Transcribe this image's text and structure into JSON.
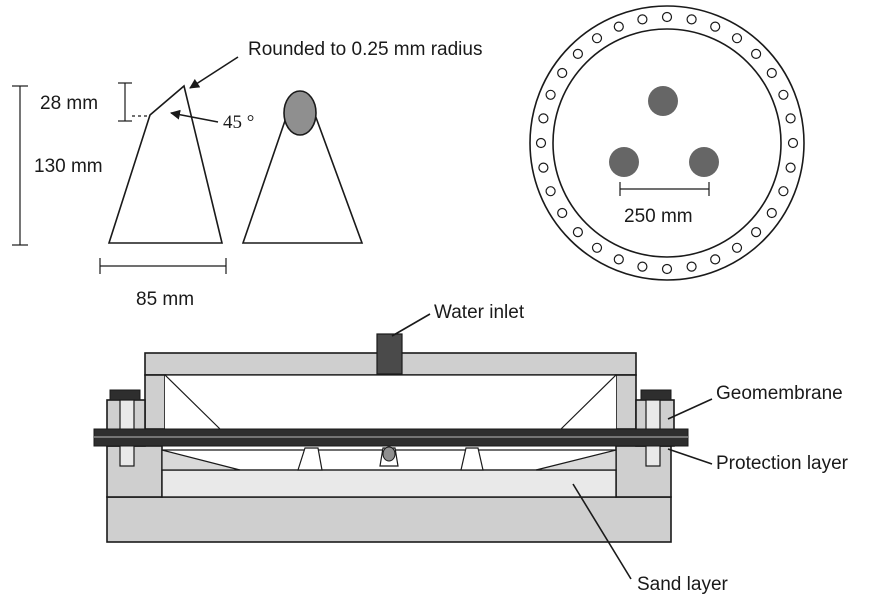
{
  "labels": {
    "rounded_note": "Rounded to 0.25 mm radius",
    "top_height": "28 mm",
    "angle": "45 °",
    "total_height": "130 mm",
    "base_width": "85 mm",
    "spacing": "250 mm",
    "water_inlet": "Water inlet",
    "geomembrane": "Geomembrane",
    "protection_layer": "Protection layer",
    "sand_layer": "Sand layer"
  },
  "colors": {
    "line": "#1a1a1a",
    "frame_fill": "#cfcfcf",
    "frame_dark": "#8c8c8c",
    "geomembrane": "#2e2e2e",
    "probe_fill": "#666666",
    "inlet_fill": "#4a4a4a"
  }
}
